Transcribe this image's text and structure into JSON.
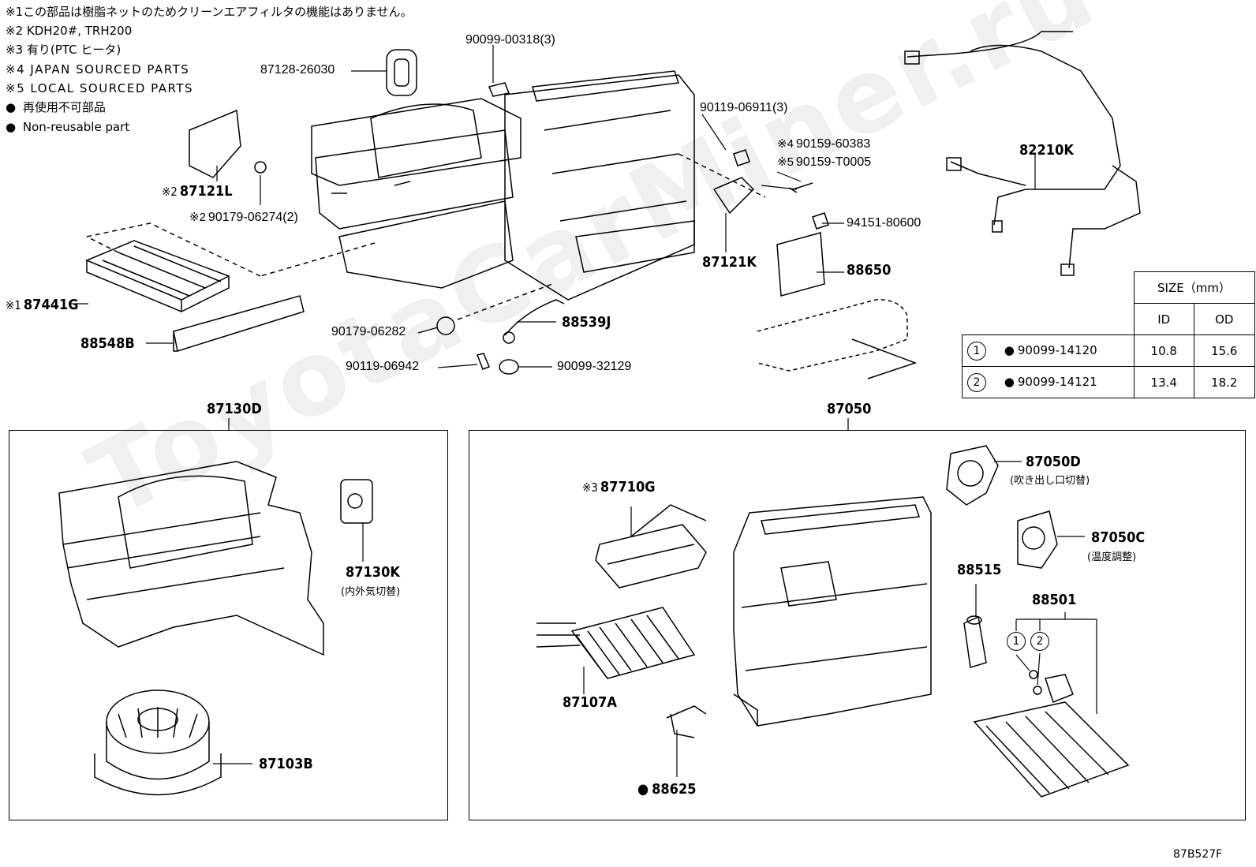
{
  "notes": [
    {
      "mark": "※1",
      "text": "この部品は樹脂ネットのためクリーンエアフィルタの機能はありません。"
    },
    {
      "mark": "※2",
      "text": "KDH20#, TRH200"
    },
    {
      "mark": "※3",
      "text": "有り(PTC ヒータ)"
    },
    {
      "mark": "※4",
      "text": "JAPAN SOURCED PARTS"
    },
    {
      "mark": "※5",
      "text": "LOCAL SOURCED PARTS"
    }
  ],
  "legend": {
    "non_reusable_jp": "再使用不可部品",
    "non_reusable_en": "Non-reusable part"
  },
  "watermark": "ToyotaCarMiner.ru",
  "parts": {
    "p90099_00318": "90099-00318(3)",
    "p87128_26030": "87128-26030",
    "p90119_06911": "90119-06911(3)",
    "p90159_60383": "90159-60383",
    "p90159_T0005": "90159-T0005",
    "p82210K": "82210K",
    "p87121L": "87121L",
    "p90179_06274": "90179-06274(2)",
    "p94151_80600": "94151-80600",
    "p87121K": "87121K",
    "p88650": "88650",
    "p87441G": "87441G",
    "p88548B": "88548B",
    "p90179_06282": "90179-06282",
    "p88539J": "88539J",
    "p90119_06942": "90119-06942",
    "p90099_32129": "90099-32129",
    "p87130D": "87130D",
    "p87050": "87050",
    "p87130K": "87130K",
    "p87130K_sub": "(内外気切替)",
    "p87103B": "87103B",
    "p87710G": "87710G",
    "p87050D": "87050D",
    "p87050D_sub": "(吹き出し口切替)",
    "p87050C": "87050C",
    "p87050C_sub": "(温度調整)",
    "p88515": "88515",
    "p88501": "88501",
    "p87107A": "87107A",
    "p88625": "88625"
  },
  "marks": {
    "m1": "※1",
    "m2": "※2",
    "m3": "※3",
    "m4": "※4",
    "m5": "※5"
  },
  "size_table": {
    "title": "SIZE（mm）",
    "col_id": "ID",
    "col_od": "OD",
    "rows": [
      {
        "num": "1",
        "part": "90099-14120",
        "id": "10.8",
        "od": "15.6"
      },
      {
        "num": "2",
        "part": "90099-14121",
        "id": "13.4",
        "od": "18.2"
      }
    ]
  },
  "circle_labels": [
    "1",
    "2"
  ],
  "drawing_code": "87B527F"
}
